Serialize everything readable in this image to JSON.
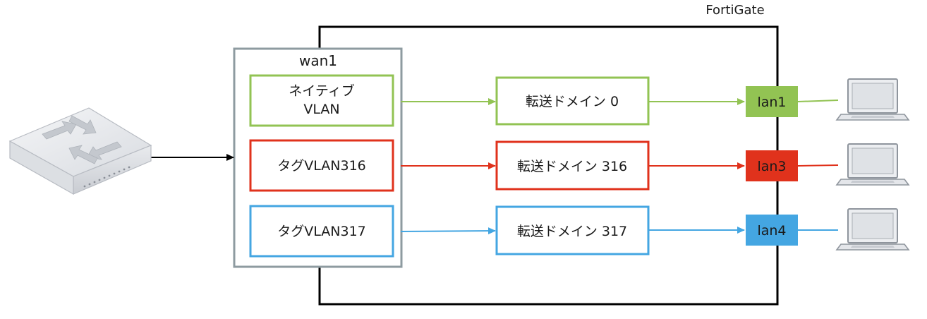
{
  "device_title": "FortiGate",
  "wan": {
    "label": "wan1",
    "vlans": [
      {
        "line1": "ネイティブ",
        "line2": "VLAN",
        "color": "#92C353"
      },
      {
        "line1": "タグVLAN316",
        "line2": "",
        "color": "#E0321C"
      },
      {
        "line1": "タグVLAN317",
        "line2": "",
        "color": "#44A6E2"
      }
    ]
  },
  "domains": [
    {
      "label": "転送ドメイン 0",
      "color": "#92C353"
    },
    {
      "label": "転送ドメイン 316",
      "color": "#E0321C"
    },
    {
      "label": "転送ドメイン 317",
      "color": "#44A6E2"
    }
  ],
  "lans": [
    {
      "label": "lan1",
      "color": "#92C353"
    },
    {
      "label": "lan3",
      "color": "#E0321C"
    },
    {
      "label": "lan4",
      "color": "#44A6E2"
    }
  ],
  "icons": {
    "switch": "network-switch-icon",
    "laptop": "laptop-icon"
  }
}
